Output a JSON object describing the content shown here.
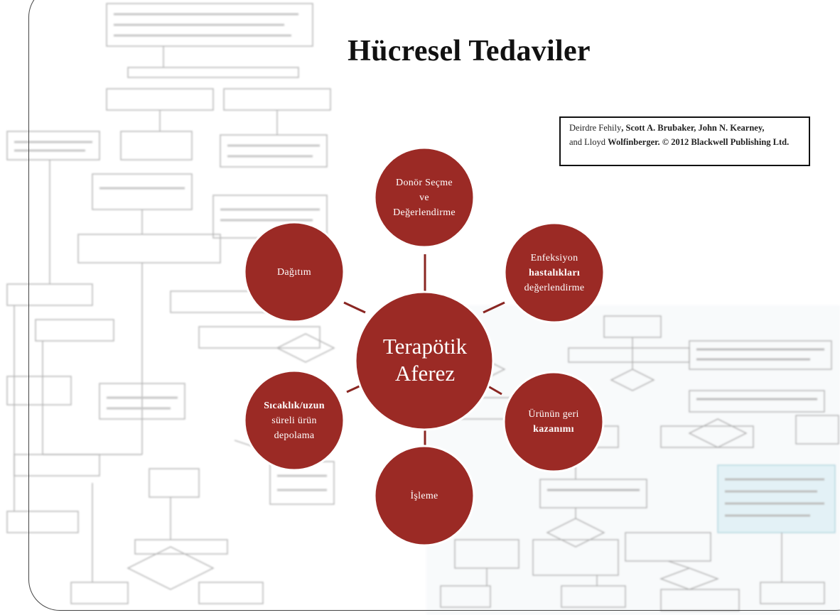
{
  "slide": {
    "title": "Hücresel Tedaviler",
    "reference": {
      "author_1": "Deirdre Fehily",
      "authors_rest": ", Scott A. Brubaker, John N. Kearney,",
      "and": "and Lloyd ",
      "author_last": "Wolfinberger. © 2012 Blackwell Publishing Ltd."
    }
  },
  "diagram": {
    "center": {
      "line1": "Terapötik",
      "line2": "Aferez"
    },
    "nodes": [
      {
        "id": "donor",
        "lines": [
          "Donör Seçme",
          "ve",
          "Değerlendirme"
        ],
        "bold": [
          false,
          false,
          false
        ]
      },
      {
        "id": "enfeksiyon",
        "lines": [
          "Enfeksiyon",
          "hastalıkları",
          "değerlendirme"
        ],
        "bold": [
          false,
          true,
          false
        ]
      },
      {
        "id": "urun",
        "lines": [
          "Ürünün geri",
          "kazanımı"
        ],
        "bold": [
          false,
          true
        ]
      },
      {
        "id": "isleme",
        "lines": [
          "İşleme"
        ],
        "bold": [
          false
        ]
      },
      {
        "id": "depolama",
        "lines": [
          "Sıcaklık/uzun",
          "süreli ürün",
          "depolama"
        ],
        "bold": [
          true,
          false,
          false
        ]
      },
      {
        "id": "dagitim",
        "lines": [
          "Dağıtım"
        ],
        "bold": [
          false
        ]
      }
    ],
    "colors": {
      "node_fill": "#9b2a25",
      "node_stroke": "#ffffff",
      "connector": "#8a2622"
    }
  }
}
